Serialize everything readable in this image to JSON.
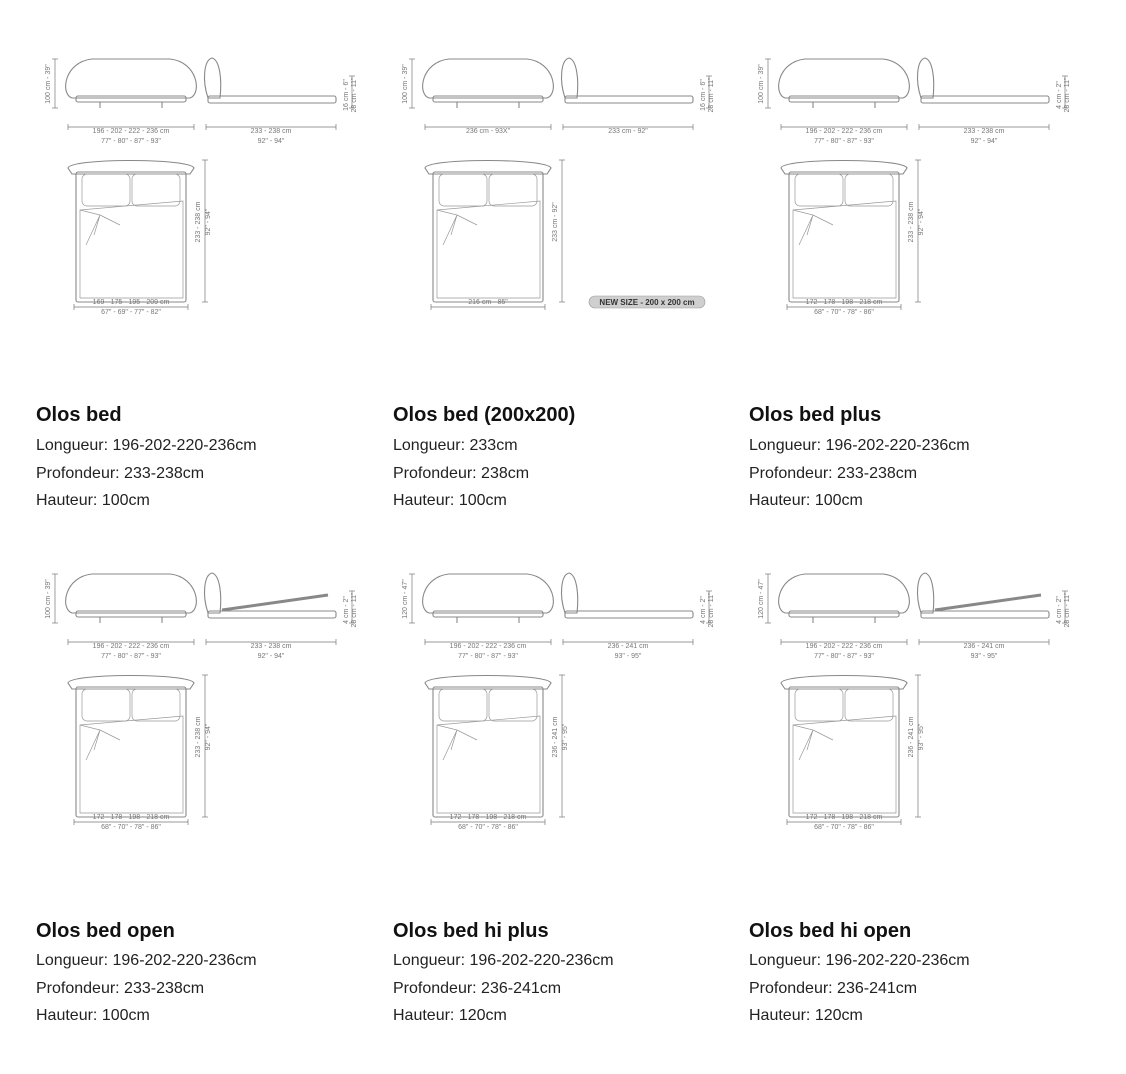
{
  "products": [
    {
      "name": "Olos bed",
      "specs": [
        "Longueur: 196-202-220-236cm",
        "Profondeur: 233-238cm",
        "Hauteur: 100cm"
      ],
      "drawing": {
        "height": "100 cm - 39\"",
        "front_width": "196 - 202 - 222 - 236 cm",
        "front_width_in": "77\" - 80\" - 87\" - 93\"",
        "side_depth": "233 - 238 cm",
        "side_depth_in": "92\" - 94\"",
        "side_heights": [
          "16 cm - 6\"",
          "28 cm - 11\""
        ],
        "plan_depth": "233 - 238 cm",
        "plan_depth_in": "92\" - 94\"",
        "plan_width": "169 - 175 - 195 - 209 cm",
        "plan_width_in": "67\" - 69\" - 77\" - 82\"",
        "open": false,
        "badge": ""
      }
    },
    {
      "name": "Olos bed (200x200)",
      "specs": [
        "Longueur: 233cm",
        "Profondeur: 238cm",
        "Hauteur: 100cm"
      ],
      "drawing": {
        "height": "100 cm - 39\"",
        "front_width": "236 cm - 93X\"",
        "front_width_in": "",
        "side_depth": "233 cm - 92\"",
        "side_depth_in": "",
        "side_heights": [
          "16 cm - 6\"",
          "28 cm - 11\""
        ],
        "plan_depth": "233 cm - 92\"",
        "plan_depth_in": "",
        "plan_width": "216 cm - 85\"",
        "plan_width_in": "",
        "open": false,
        "badge": "NEW SIZE - 200 x 200 cm"
      }
    },
    {
      "name": "Olos bed plus",
      "specs": [
        "Longueur: 196-202-220-236cm",
        "Profondeur: 233-238cm",
        "Hauteur: 100cm"
      ],
      "drawing": {
        "height": "100 cm - 39\"",
        "front_width": "196 - 202 - 222 - 236 cm",
        "front_width_in": "77\" - 80\" - 87\" - 93\"",
        "side_depth": "233 - 238 cm",
        "side_depth_in": "92\" - 94\"",
        "side_heights": [
          "4 cm - 2\"",
          "28 cm - 11\""
        ],
        "plan_depth": "233 - 238 cm",
        "plan_depth_in": "92\" - 94\"",
        "plan_width": "172 - 178 - 198 - 218 cm",
        "plan_width_in": "68\" - 70\" - 78\" - 86\"",
        "open": false,
        "badge": ""
      }
    },
    {
      "name": "Olos bed open",
      "specs": [
        "Longueur: 196-202-220-236cm",
        "Profondeur: 233-238cm",
        "Hauteur: 100cm"
      ],
      "drawing": {
        "height": "100 cm - 39\"",
        "front_width": "196 - 202 - 222 - 236 cm",
        "front_width_in": "77\" - 80\" - 87\" - 93\"",
        "side_depth": "233 - 238 cm",
        "side_depth_in": "92\" - 94\"",
        "side_heights": [
          "4 cm - 2\"",
          "28 cm - 11\""
        ],
        "plan_depth": "233 - 238 cm",
        "plan_depth_in": "92\" - 94\"",
        "plan_width": "172 - 178 - 198 - 218 cm",
        "plan_width_in": "68\" - 70\" - 78\" - 86\"",
        "open": true,
        "badge": ""
      }
    },
    {
      "name": "Olos bed hi plus",
      "specs": [
        "Longueur: 196-202-220-236cm",
        "Profondeur: 236-241cm",
        "Hauteur: 120cm"
      ],
      "drawing": {
        "height": "120 cm - 47\"",
        "front_width": "196 - 202 - 222 - 236 cm",
        "front_width_in": "77\" - 80\" - 87\" - 93\"",
        "side_depth": "236 - 241 cm",
        "side_depth_in": "93\" - 95\"",
        "side_heights": [
          "4 cm - 2\"",
          "28 cm - 11\""
        ],
        "plan_depth": "236 - 241 cm",
        "plan_depth_in": "93\" - 95\"",
        "plan_width": "172 - 178 - 198 - 218 cm",
        "plan_width_in": "68\" - 70\" - 78\" - 86\"",
        "open": false,
        "badge": ""
      }
    },
    {
      "name": "Olos bed hi open",
      "specs": [
        "Longueur: 196-202-220-236cm",
        "Profondeur: 236-241cm",
        "Hauteur: 120cm"
      ],
      "drawing": {
        "height": "120 cm - 47\"",
        "front_width": "196 - 202 - 222 - 236 cm",
        "front_width_in": "77\" - 80\" - 87\" - 93\"",
        "side_depth": "236 - 241 cm",
        "side_depth_in": "93\" - 95\"",
        "side_heights": [
          "4 cm - 2\"",
          "28 cm - 11\""
        ],
        "plan_depth": "236 - 241 cm",
        "plan_depth_in": "93\" - 95\"",
        "plan_width": "172 - 178 - 198 - 218 cm",
        "plan_width_in": "68\" - 70\" - 78\" - 86\"",
        "open": true,
        "badge": ""
      }
    }
  ]
}
